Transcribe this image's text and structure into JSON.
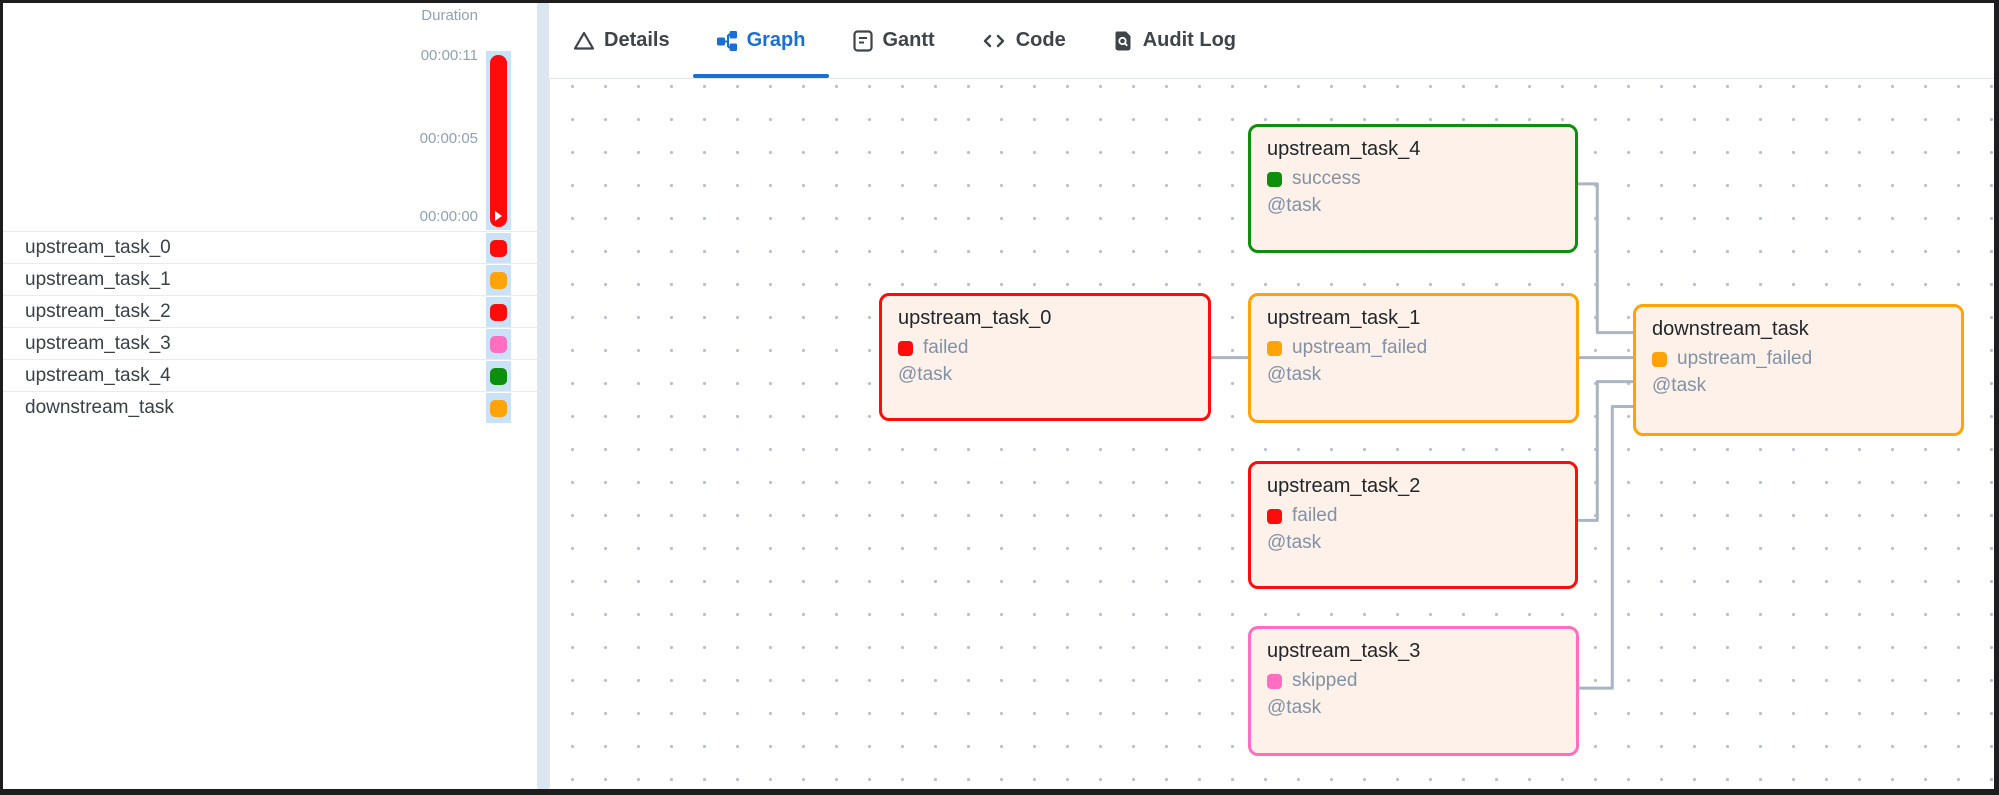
{
  "ui": {
    "accent": "#1a6fd4",
    "failed_color": "#fe0b0b",
    "upstream_failed_color": "#ffa408",
    "skipped_color": "#ff6ec0",
    "success_color": "#0d8f0d"
  },
  "left_panel": {
    "duration_label": "Duration",
    "axis_ticks": [
      "00:00:11",
      "00:00:05",
      "00:00:00"
    ],
    "run_bar": {
      "color": "#fe0b0b",
      "marker_icon": "play-icon"
    },
    "tasks": [
      {
        "name": "upstream_task_0",
        "state": "failed",
        "color": "#fe0b0b"
      },
      {
        "name": "upstream_task_1",
        "state": "upstream_failed",
        "color": "#ffa408"
      },
      {
        "name": "upstream_task_2",
        "state": "failed",
        "color": "#fe0b0b"
      },
      {
        "name": "upstream_task_3",
        "state": "skipped",
        "color": "#ff6ec0"
      },
      {
        "name": "upstream_task_4",
        "state": "success",
        "color": "#0d8f0d"
      },
      {
        "name": "downstream_task",
        "state": "upstream_failed",
        "color": "#ffa408"
      }
    ]
  },
  "tabs": {
    "items": [
      {
        "label": "Details",
        "icon": "warning-triangle-icon",
        "active": false
      },
      {
        "label": "Graph",
        "icon": "graph-icon",
        "active": true
      },
      {
        "label": "Gantt",
        "icon": "gantt-icon",
        "active": false
      },
      {
        "label": "Code",
        "icon": "code-icon",
        "active": false
      },
      {
        "label": "Audit Log",
        "icon": "audit-log-icon",
        "active": false
      }
    ]
  },
  "graph": {
    "nodes": [
      {
        "id": "upstream_task_4",
        "title": "upstream_task_4",
        "state": "success",
        "decorator": "@task",
        "color": "#0d8f0d"
      },
      {
        "id": "upstream_task_0",
        "title": "upstream_task_0",
        "state": "failed",
        "decorator": "@task",
        "color": "#fe0b0b"
      },
      {
        "id": "upstream_task_1",
        "title": "upstream_task_1",
        "state": "upstream_failed",
        "decorator": "@task",
        "color": "#ffa408"
      },
      {
        "id": "upstream_task_2",
        "title": "upstream_task_2",
        "state": "failed",
        "decorator": "@task",
        "color": "#fe0b0b"
      },
      {
        "id": "upstream_task_3",
        "title": "upstream_task_3",
        "state": "skipped",
        "decorator": "@task",
        "color": "#ff6ec0"
      },
      {
        "id": "downstream_task",
        "title": "downstream_task",
        "state": "upstream_failed",
        "decorator": "@task",
        "color": "#ffa408"
      }
    ],
    "edges": [
      {
        "from": "upstream_task_0",
        "to": "upstream_task_1"
      },
      {
        "from": "upstream_task_4",
        "to": "downstream_task"
      },
      {
        "from": "upstream_task_1",
        "to": "downstream_task"
      },
      {
        "from": "upstream_task_2",
        "to": "downstream_task"
      },
      {
        "from": "upstream_task_3",
        "to": "downstream_task"
      }
    ]
  }
}
